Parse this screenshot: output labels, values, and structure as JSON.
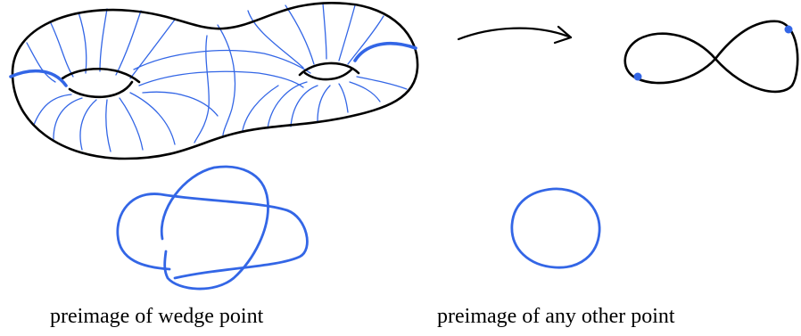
{
  "captions": {
    "left": "preimage of wedge point",
    "right": "preimage of any other point"
  },
  "colors": {
    "outline": "#000000",
    "fiber": "#3366e6",
    "background": "#ffffff"
  },
  "figure_parts": [
    "genus-two-surface",
    "fiber-curves",
    "map-arrow",
    "figure-eight-wedge",
    "wedge-marked-points",
    "wedge-point-preimage-knot",
    "circle-preimage"
  ]
}
